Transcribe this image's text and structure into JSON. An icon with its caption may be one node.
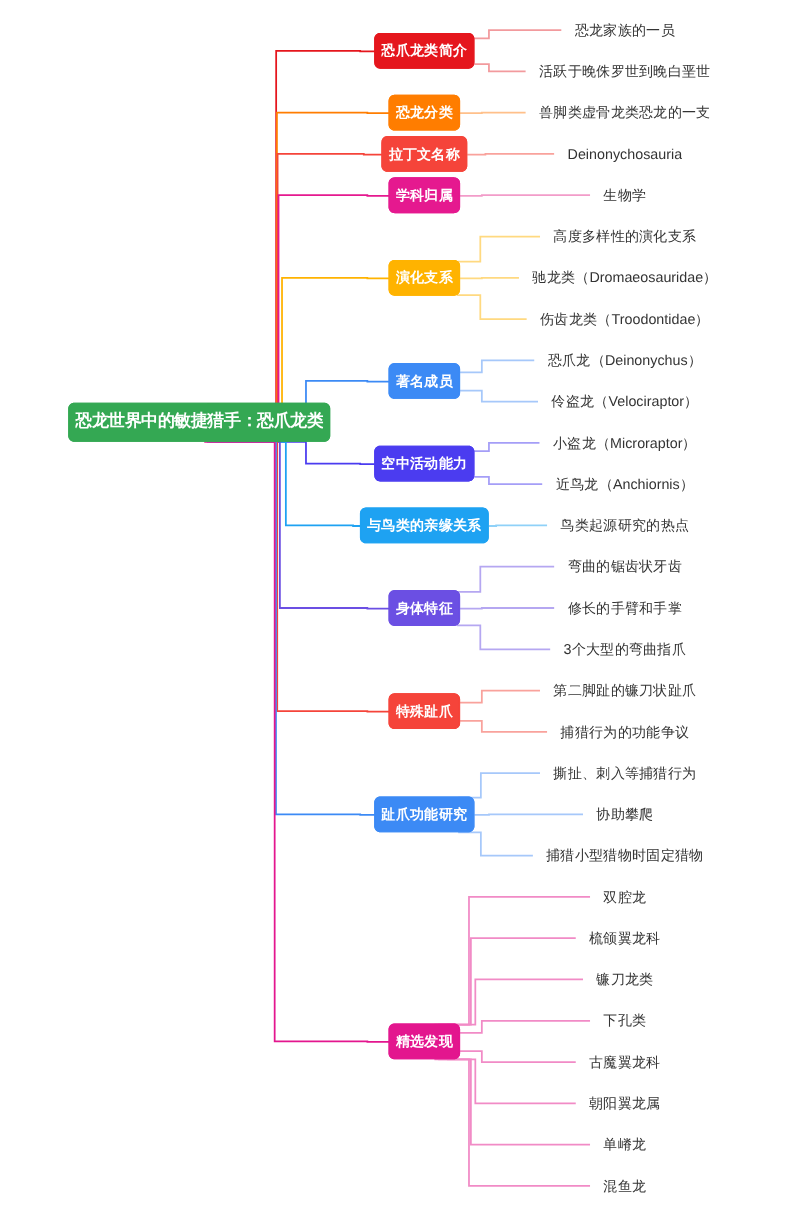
{
  "diagram": {
    "nodes": [
      {
        "text": [
          "恐龙世界中的敏捷猎手：恐爪龙类"
        ]
      },
      {
        "text": [
          "恐爪龙类简介"
        ]
      },
      {
        "text": [
          "恐龙家族的一员"
        ]
      },
      {
        "text": [
          "活跃于晚侏罗世到晚白垩世"
        ]
      },
      {
        "text": [
          "恐龙分类"
        ]
      },
      {
        "text": [
          "兽脚类虚骨龙类恐龙的一支"
        ]
      },
      {
        "text": [
          "拉丁文名称"
        ]
      },
      {
        "text": [
          "Deinonychosauria"
        ]
      },
      {
        "text": [
          "学科归属"
        ]
      },
      {
        "text": [
          "生物学"
        ]
      },
      {
        "text": [
          "演化支系"
        ]
      },
      {
        "text": [
          "高度多样性的演化支系"
        ]
      },
      {
        "text": [
          "驰龙类（Dromaeosauridae）"
        ]
      },
      {
        "text": [
          "伤齿龙类（Troodontidae）"
        ]
      },
      {
        "text": [
          "著名成员"
        ]
      },
      {
        "text": [
          "恐爪龙（Deinonychus）"
        ]
      },
      {
        "text": [
          "伶盗龙（Velociraptor）"
        ]
      },
      {
        "text": [
          "空中活动能力"
        ]
      },
      {
        "text": [
          "小盗龙（Microraptor）"
        ]
      },
      {
        "text": [
          "近鸟龙（Anchiornis）"
        ]
      },
      {
        "text": [
          "与鸟类的亲缘关系"
        ]
      },
      {
        "text": [
          "鸟类起源研究的热点"
        ]
      },
      {
        "text": [
          "身体特征"
        ]
      },
      {
        "text": [
          "弯曲的锯齿状牙齿"
        ]
      },
      {
        "text": [
          "修长的手臂和手掌"
        ]
      },
      {
        "text": [
          "3个大型的弯曲指爪"
        ]
      },
      {
        "text": [
          "特殊趾爪"
        ]
      },
      {
        "text": [
          "第二脚趾的镰刀状趾爪"
        ]
      },
      {
        "text": [
          "捕猎行为的功能争议"
        ]
      },
      {
        "text": [
          "趾爪功能研究"
        ]
      },
      {
        "text": [
          "撕扯、刺入等捕猎行为"
        ]
      },
      {
        "text": [
          "协助攀爬"
        ]
      },
      {
        "text": [
          "捕猎小型猎物时固定猎物"
        ]
      },
      {
        "text": [
          "精选发现"
        ]
      },
      {
        "text": [
          "双腔龙"
        ]
      },
      {
        "text": [
          "梳颌翼龙科"
        ]
      },
      {
        "text": [
          "镰刀龙类"
        ]
      },
      {
        "text": [
          "下孔类"
        ]
      },
      {
        "text": [
          "古魔翼龙科"
        ]
      },
      {
        "text": [
          "朝阳翼龙属"
        ]
      },
      {
        "text": [
          "单嵴龙"
        ]
      },
      {
        "text": [
          "混鱼龙"
        ]
      }
    ],
    "edges": [
      {
        "from": 0,
        "to": 1,
        "arrow": "none",
        "color": "#e5161d"
      },
      {
        "from": 1,
        "to": 2,
        "arrow": "none",
        "color": "#f29a9d"
      },
      {
        "from": 1,
        "to": 3,
        "arrow": "none",
        "color": "#f29a9d"
      },
      {
        "from": 0,
        "to": 4,
        "arrow": "none",
        "color": "#ff7d00"
      },
      {
        "from": 4,
        "to": 5,
        "arrow": "none",
        "color": "#ffc08a"
      },
      {
        "from": 0,
        "to": 6,
        "arrow": "none",
        "color": "#f5443a"
      },
      {
        "from": 6,
        "to": 7,
        "arrow": "none",
        "color": "#f9a29c"
      },
      {
        "from": 0,
        "to": 8,
        "arrow": "none",
        "color": "#e5198f"
      },
      {
        "from": 8,
        "to": 9,
        "arrow": "none",
        "color": "#f29cc9"
      },
      {
        "from": 0,
        "to": 10,
        "arrow": "none",
        "color": "#ffb300"
      },
      {
        "from": 10,
        "to": 11,
        "arrow": "none",
        "color": "#ffd980"
      },
      {
        "from": 10,
        "to": 12,
        "arrow": "none",
        "color": "#ffd980"
      },
      {
        "from": 10,
        "to": 13,
        "arrow": "none",
        "color": "#ffd980"
      },
      {
        "from": 0,
        "to": 14,
        "arrow": "none",
        "color": "#3c8af5"
      },
      {
        "from": 14,
        "to": 15,
        "arrow": "none",
        "color": "#a6c8fa"
      },
      {
        "from": 14,
        "to": 16,
        "arrow": "none",
        "color": "#a6c8fa"
      },
      {
        "from": 0,
        "to": 17,
        "arrow": "none",
        "color": "#4b3cf0"
      },
      {
        "from": 17,
        "to": 18,
        "arrow": "none",
        "color": "#a59ef7"
      },
      {
        "from": 17,
        "to": 19,
        "arrow": "none",
        "color": "#a59ef7"
      },
      {
        "from": 0,
        "to": 20,
        "arrow": "none",
        "color": "#1ea2f2"
      },
      {
        "from": 20,
        "to": 21,
        "arrow": "none",
        "color": "#8fd1f8"
      },
      {
        "from": 0,
        "to": 22,
        "arrow": "none",
        "color": "#6b4fe3"
      },
      {
        "from": 22,
        "to": 23,
        "arrow": "none",
        "color": "#b5a7f1"
      },
      {
        "from": 22,
        "to": 24,
        "arrow": "none",
        "color": "#b5a7f1"
      },
      {
        "from": 22,
        "to": 25,
        "arrow": "none",
        "color": "#b5a7f1"
      },
      {
        "from": 0,
        "to": 26,
        "arrow": "none",
        "color": "#f5443a"
      },
      {
        "from": 26,
        "to": 27,
        "arrow": "none",
        "color": "#f9a29c"
      },
      {
        "from": 26,
        "to": 28,
        "arrow": "none",
        "color": "#f9a29c"
      },
      {
        "from": 0,
        "to": 29,
        "arrow": "none",
        "color": "#3c8af5"
      },
      {
        "from": 29,
        "to": 30,
        "arrow": "none",
        "color": "#a6c8fa"
      },
      {
        "from": 29,
        "to": 31,
        "arrow": "none",
        "color": "#a6c8fa"
      },
      {
        "from": 29,
        "to": 32,
        "arrow": "none",
        "color": "#a6c8fa"
      },
      {
        "from": 0,
        "to": 33,
        "arrow": "none",
        "color": "#e3168e"
      },
      {
        "from": 33,
        "to": 34,
        "arrow": "none",
        "color": "#f18bc6"
      },
      {
        "from": 33,
        "to": 35,
        "arrow": "none",
        "color": "#f18bc6"
      },
      {
        "from": 33,
        "to": 36,
        "arrow": "none",
        "color": "#f18bc6"
      },
      {
        "from": 33,
        "to": 37,
        "arrow": "none",
        "color": "#f18bc6"
      },
      {
        "from": 33,
        "to": 38,
        "arrow": "none",
        "color": "#f18bc6"
      },
      {
        "from": 33,
        "to": 39,
        "arrow": "none",
        "color": "#f18bc6"
      },
      {
        "from": 33,
        "to": 40,
        "arrow": "none",
        "color": "#f18bc6"
      },
      {
        "from": 33,
        "to": 41,
        "arrow": "none",
        "color": "#f18bc6"
      }
    ]
  }
}
